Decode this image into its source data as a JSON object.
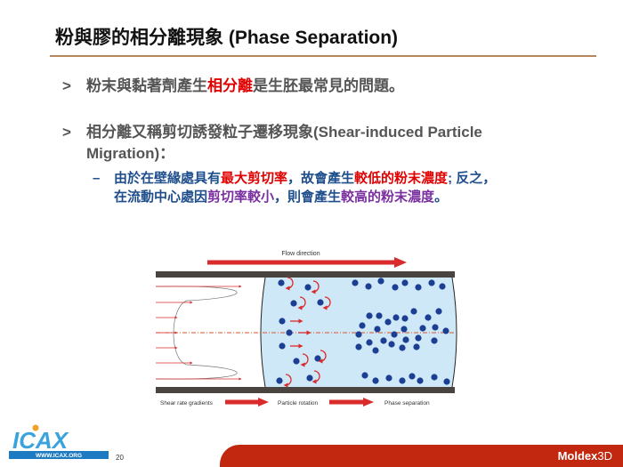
{
  "title": "粉與膠的相分離現象 (Phase Separation)",
  "bullets": [
    {
      "marker": ">",
      "pre": "粉末與黏著劑產生",
      "hl": "相分離",
      "post": "是生胚最常見的問題。"
    },
    {
      "marker": ">",
      "line1": "相分離又稱剪切誘發粒子遷移現象(Shear-induced Particle",
      "line2": "Migration)："
    }
  ],
  "sub": {
    "marker": "–",
    "a": "由於在壁緣處具有",
    "b": "最大剪切率",
    "c": "，故會產生",
    "d": "較低的粉末濃度",
    "e": "; 反之，",
    "f": "在流動中心處因",
    "g": "剪切率較小",
    "h": "，則會產生",
    "i": "較高的粉末濃度",
    "j": "。"
  },
  "diagram": {
    "flow_direction": "Flow direction",
    "step1": "Shear rate gradients",
    "step2": "Particle rotation",
    "step3": "Phase separation"
  },
  "footer": {
    "brand_a": "Moldex",
    "brand_b": "3D",
    "logo_text": "ICAX",
    "logo_url": "WWW.ICAX.ORG",
    "page": "20"
  },
  "colors": {
    "accent_red": "#e00000",
    "sub_blue": "#1f4e8c",
    "purple": "#7a2fa0",
    "band": "#c1280f",
    "particle": "#1c3f94"
  }
}
